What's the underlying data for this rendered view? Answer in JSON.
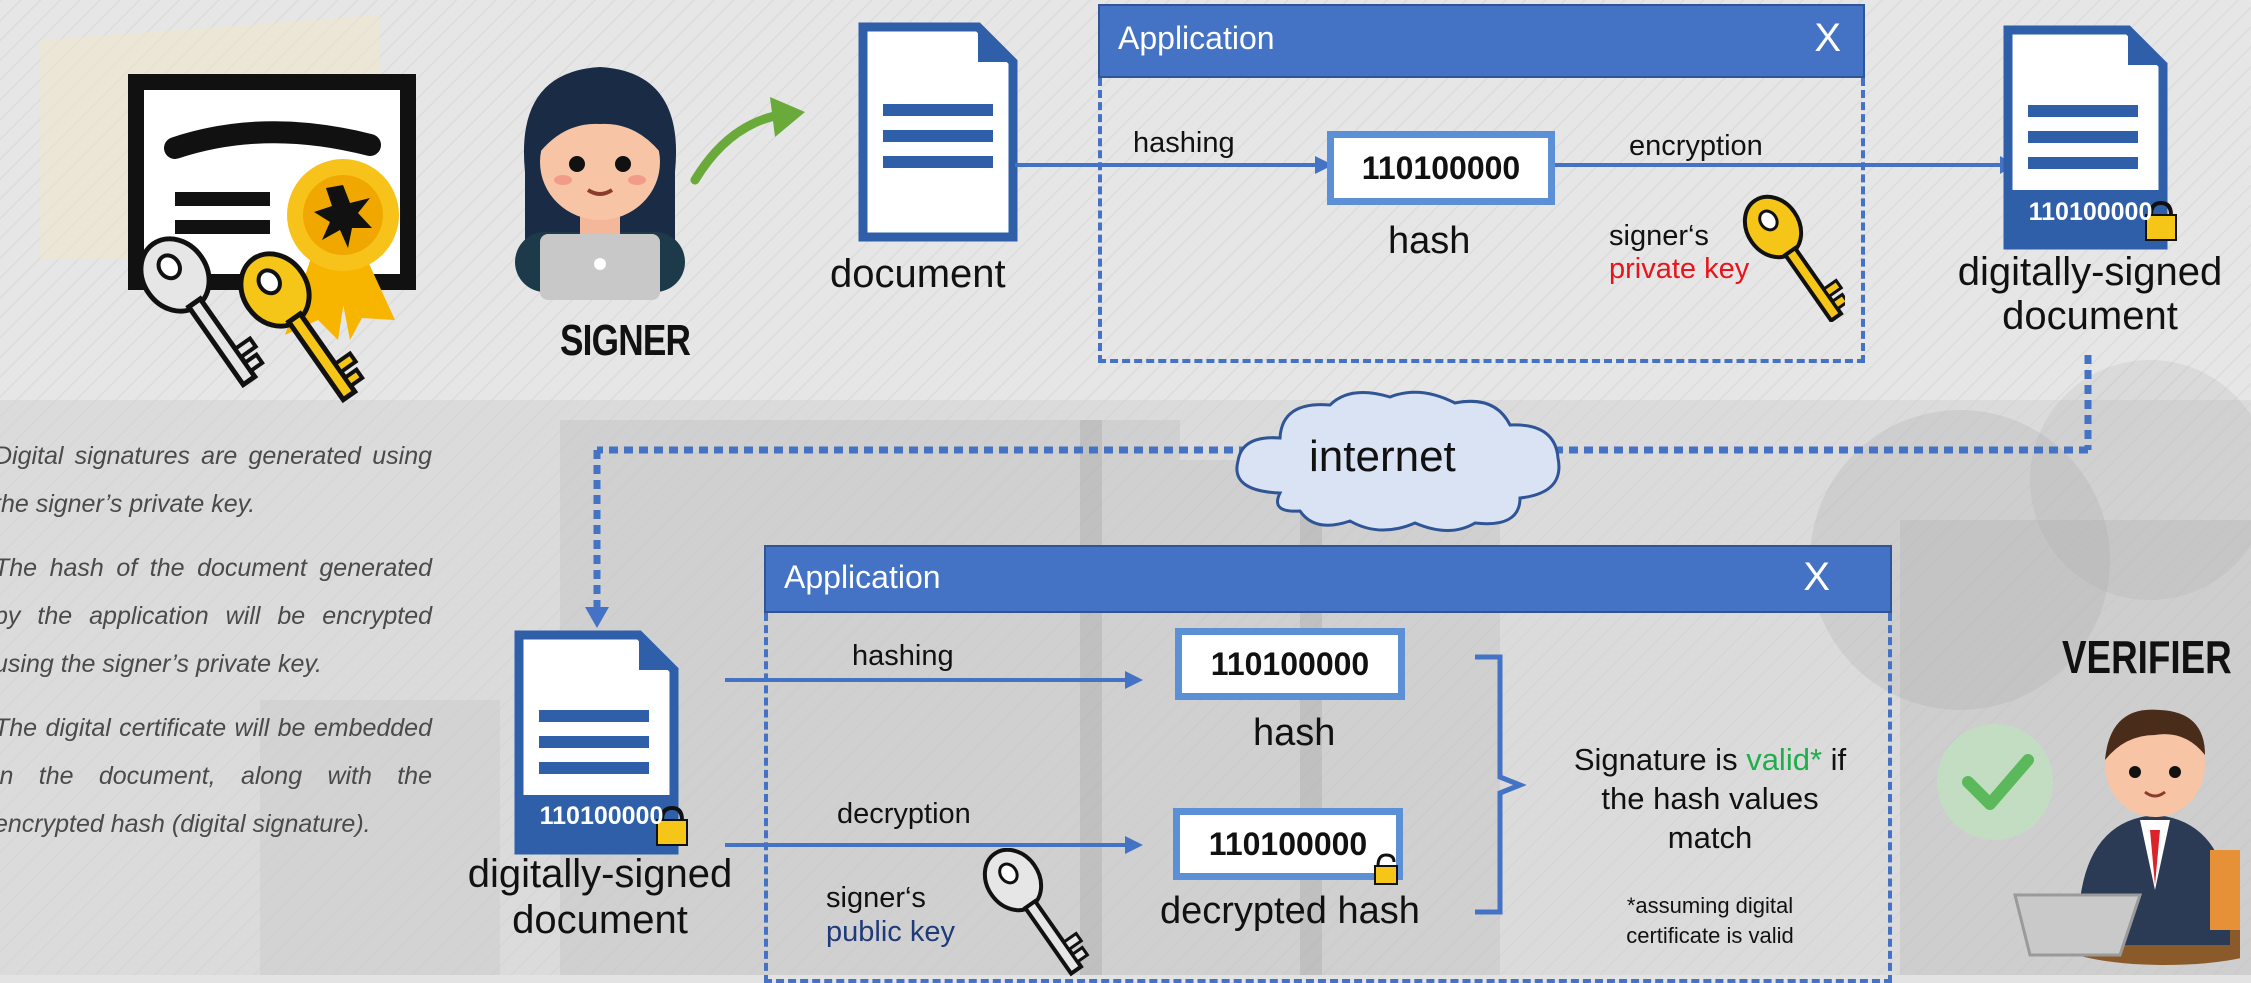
{
  "signer_label": "SIGNER",
  "verifier_label": "VERIFIER",
  "side_notes": [
    "Digital signatures are generated using the signer’s private key.",
    "The hash of the document generated by the application will be encrypted using the signer’s private key.",
    "The digital certificate will be embedded in the document, along with the encrypted hash (digital signature)."
  ],
  "top": {
    "document_caption": "document",
    "app_title": "Application",
    "close": "X",
    "hashing_label": "hashing",
    "hash_value": "110100000",
    "hash_caption": "hash",
    "encryption_label": "encryption",
    "key_line1": "signer‘s",
    "key_line2": "private key",
    "signed_value": "110100000",
    "signed_caption_line1": "digitally-signed",
    "signed_caption_line2": "document"
  },
  "cloud_label": "internet",
  "bottom": {
    "signed_value": "110100000",
    "signed_caption_line1": "digitally-signed",
    "signed_caption_line2": "document",
    "app_title": "Application",
    "close": "X",
    "hashing_label": "hashing",
    "hash_value": "110100000",
    "hash_caption": "hash",
    "decryption_label": "decryption",
    "key_line1": "signer‘s",
    "key_line2": "public key",
    "decrypted_value": "110100000",
    "decrypted_caption": "decrypted hash",
    "result_pre": "Signature is ",
    "result_valid": "valid*",
    "result_post": " if",
    "result_line2": "the hash values",
    "result_line3": "match",
    "footnote_line1": "*assuming digital",
    "footnote_line2": "certificate is valid"
  },
  "colors": {
    "accent_blue": "#4472c4",
    "doc_blue": "#2e5fa8",
    "private_key_red": "#e8141c",
    "public_key_navy": "#1f3a7a",
    "valid_green": "#1fae4b",
    "gold_key": "#f2c40f",
    "silver_key": "#d9d9d9"
  }
}
